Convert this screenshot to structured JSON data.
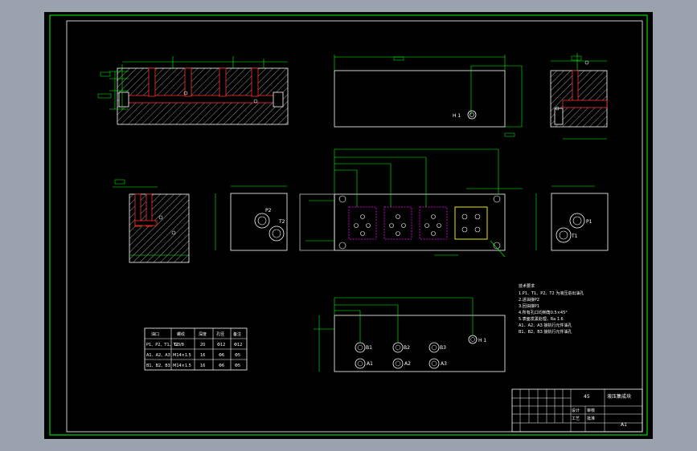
{
  "ports": {
    "h1_top": "H 1",
    "p2": "P2",
    "t2": "T2",
    "p1": "P1",
    "t1": "T1",
    "h1_bottom": "H 1",
    "b1": "B1",
    "b2": "B2",
    "b3": "B3",
    "a1": "A1",
    "a2": "A2",
    "a3": "A3"
  },
  "notes": {
    "header": "技术要求",
    "lines": [
      "1.P1、T1、P2、T2 为液压进出油孔",
      "2.进油接P2",
      "3.回油接P1",
      "4.所有孔口均倒角0.5×45°",
      "5.表面发黑处理，Ra 1.6",
      "A1、A2、A3 接执行元件油孔",
      "B1、B2、B3 接执行元件油孔"
    ]
  },
  "port_table": {
    "headers": [
      "油口",
      "螺纹",
      "深度",
      "孔径",
      "备注"
    ],
    "rows": [
      [
        "P1、P2、T1、T2",
        "G3/8",
        "20",
        "Φ12",
        "Φ12"
      ],
      [
        "A1、A2、A3",
        "M14×1.5",
        "16",
        "Φ6",
        "Φ5"
      ],
      [
        "B1、B2、B3",
        "M14×1.5",
        "16",
        "Φ6",
        "Φ5"
      ]
    ]
  },
  "title_block": {
    "drawing_name": "液压集成块",
    "material": "45",
    "sheet": "A1",
    "row_labels": [
      "设计",
      "审核",
      "工艺",
      "批准"
    ]
  },
  "colors": {
    "paper": "#000000",
    "frame": "#00ff00",
    "outline": "#ffffff",
    "dims": "#00ff00",
    "bores": "#ff3030",
    "valve_pattern": "#ff00ff",
    "active_valve": "#ffff00"
  }
}
